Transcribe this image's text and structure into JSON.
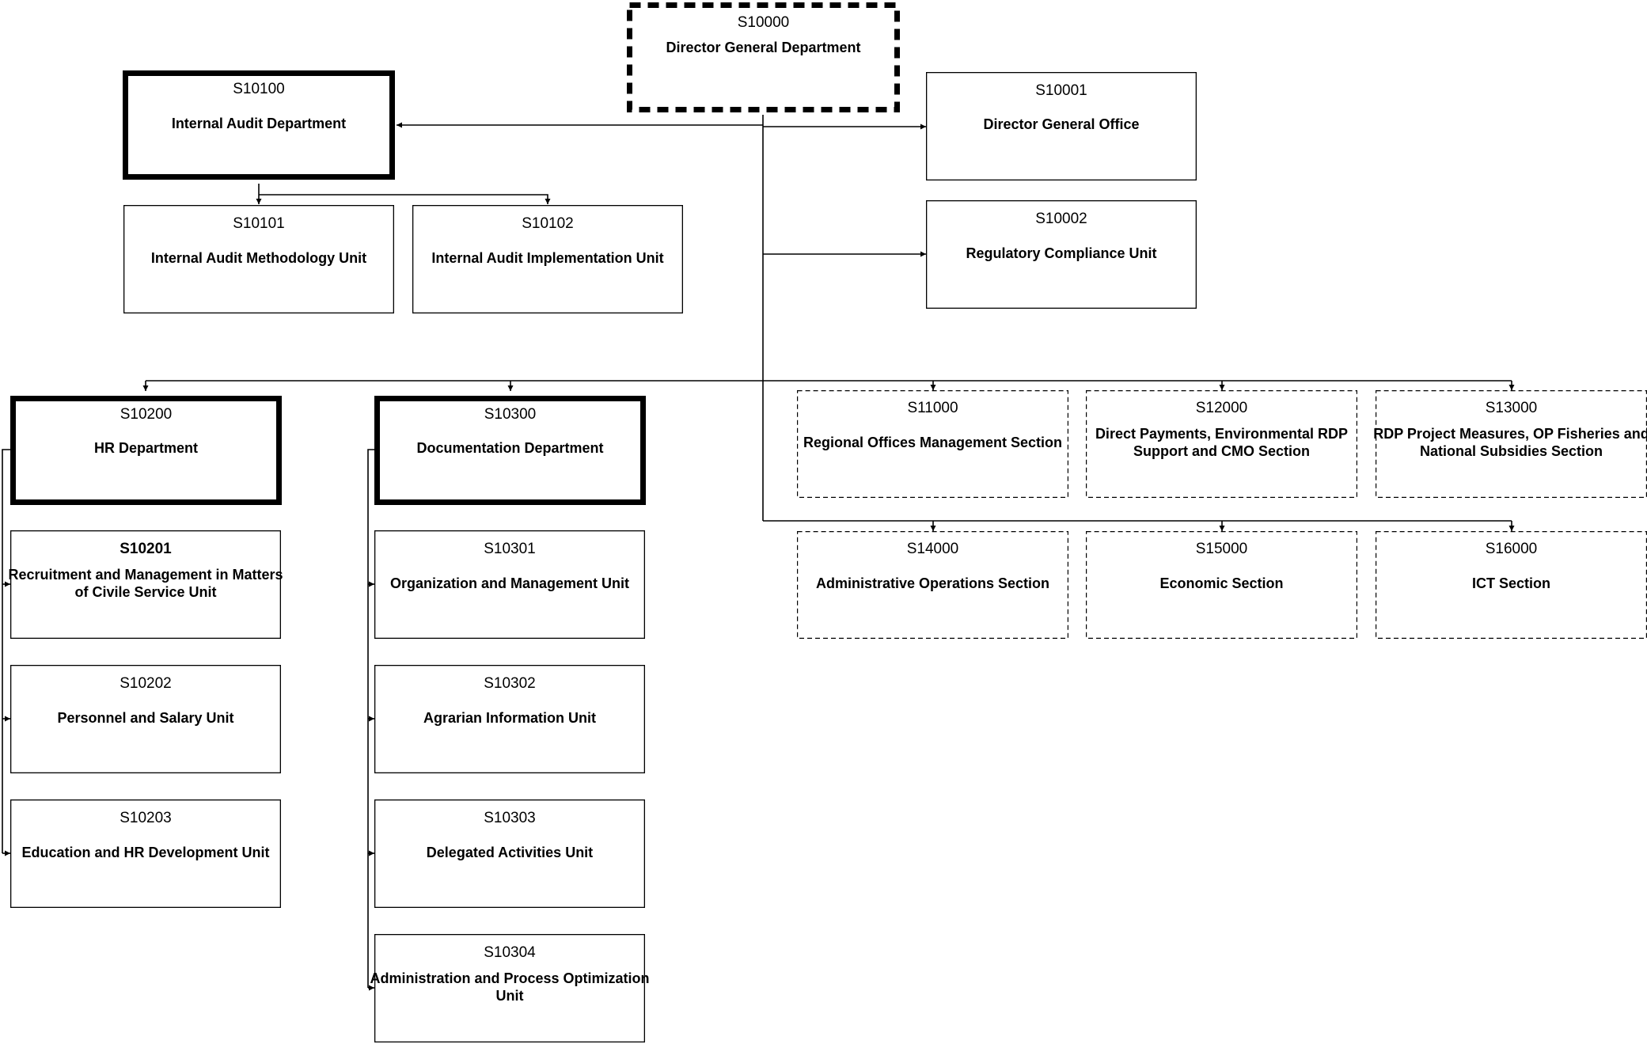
{
  "nodes": [
    {
      "id": "S10000",
      "name": "Director General Department",
      "style": "dashed-thick"
    },
    {
      "id": "S10100",
      "name": "Internal Audit Department",
      "style": "solid-thick"
    },
    {
      "id": "S10001",
      "name": "Director General Office",
      "style": "solid"
    },
    {
      "id": "S10002",
      "name": "Regulatory Compliance Unit",
      "style": "solid"
    },
    {
      "id": "S10101",
      "name": "Internal Audit Methodology Unit",
      "style": "solid"
    },
    {
      "id": "S10102",
      "name": "Internal Audit Implementation Unit",
      "style": "solid"
    },
    {
      "id": "S10200",
      "name": "HR Department",
      "style": "solid-thick"
    },
    {
      "id": "S10300",
      "name": "Documentation Department",
      "style": "solid-thick"
    },
    {
      "id": "S11000",
      "name": "Regional Offices Management Section",
      "style": "dashed"
    },
    {
      "id": "S12000",
      "name": "Direct Payments, Environmental RDP Support and CMO Section",
      "style": "dashed"
    },
    {
      "id": "S13000",
      "name": "RDP Project Measures, OP Fisheries and National Subsidies Section",
      "style": "dashed"
    },
    {
      "id": "S14000",
      "name": "Administrative Operations Section",
      "style": "dashed"
    },
    {
      "id": "S15000",
      "name": "Economic Section",
      "style": "dashed"
    },
    {
      "id": "S16000",
      "name": "ICT Section",
      "style": "dashed"
    },
    {
      "id": "S10201",
      "name": "Recruitment and Management in Matters of Civile Service Unit",
      "style": "solid",
      "bold_code": true
    },
    {
      "id": "S10202",
      "name": "Personnel and Salary Unit",
      "style": "solid"
    },
    {
      "id": "S10203",
      "name": "Education and HR Development Unit",
      "style": "solid"
    },
    {
      "id": "S10301",
      "name": "Organization and Management Unit",
      "style": "solid"
    },
    {
      "id": "S10302",
      "name": "Agrarian Information Unit",
      "style": "solid"
    },
    {
      "id": "S10303",
      "name": "Delegated Activities Unit",
      "style": "solid"
    },
    {
      "id": "S10304",
      "name": "Administration and Process Optimization Unit",
      "style": "solid"
    }
  ],
  "edges": [
    {
      "from": "S10000",
      "to": "S10100"
    },
    {
      "from": "S10000",
      "to": "S10001"
    },
    {
      "from": "S10000",
      "to": "S10002"
    },
    {
      "from": "S10100",
      "to": "S10101"
    },
    {
      "from": "S10100",
      "to": "S10102"
    },
    {
      "from": "S10000",
      "to": "S10200"
    },
    {
      "from": "S10000",
      "to": "S10300"
    },
    {
      "from": "S10000",
      "to": "S11000"
    },
    {
      "from": "S10000",
      "to": "S12000"
    },
    {
      "from": "S10000",
      "to": "S13000"
    },
    {
      "from": "S10000",
      "to": "S14000"
    },
    {
      "from": "S10000",
      "to": "S15000"
    },
    {
      "from": "S10000",
      "to": "S16000"
    },
    {
      "from": "S10200",
      "to": "S10201"
    },
    {
      "from": "S10200",
      "to": "S10202"
    },
    {
      "from": "S10200",
      "to": "S10203"
    },
    {
      "from": "S10300",
      "to": "S10301"
    },
    {
      "from": "S10300",
      "to": "S10302"
    },
    {
      "from": "S10300",
      "to": "S10303"
    },
    {
      "from": "S10300",
      "to": "S10304"
    }
  ]
}
